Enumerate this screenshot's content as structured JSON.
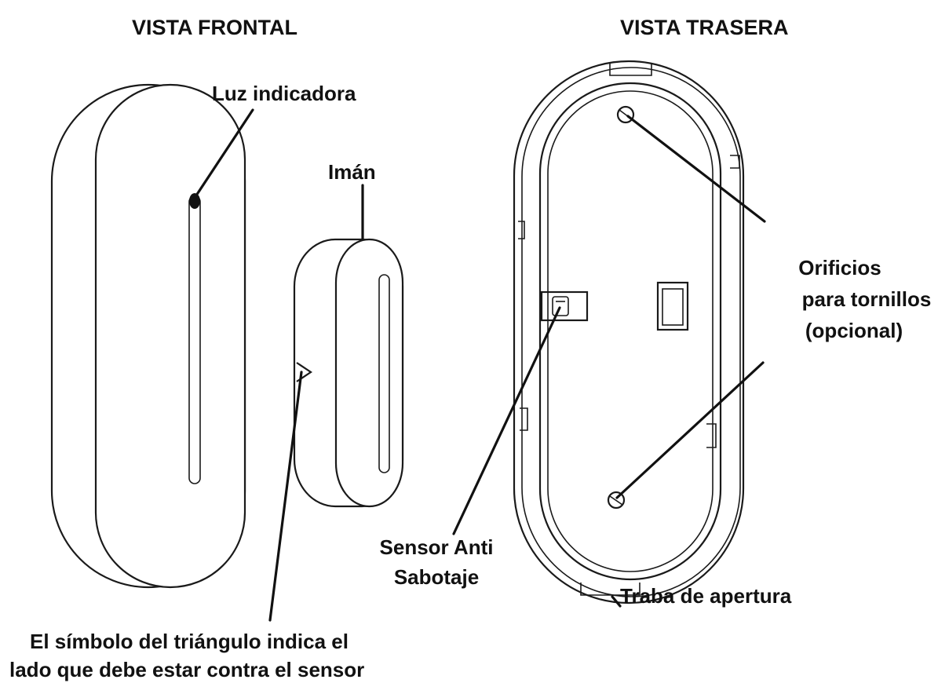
{
  "headings": {
    "front": "VISTA FRONTAL",
    "back": "VISTA TRASERA"
  },
  "labels": {
    "indicator_light": "Luz indicadora",
    "magnet": "Imán",
    "screw_holes_line1": "Orificios",
    "screw_holes_line2": "para tornillos",
    "screw_holes_line3": "(opcional)",
    "tamper_line1": "Sensor Anti",
    "tamper_line2": "Sabotaje",
    "opening_latch": "Traba de apertura",
    "triangle_note_line1": "El símbolo del triángulo indica el",
    "triangle_note_line2": "lado que debe estar contra el sensor"
  },
  "colors": {
    "ink": "#1a1a1a",
    "background": "#ffffff"
  }
}
